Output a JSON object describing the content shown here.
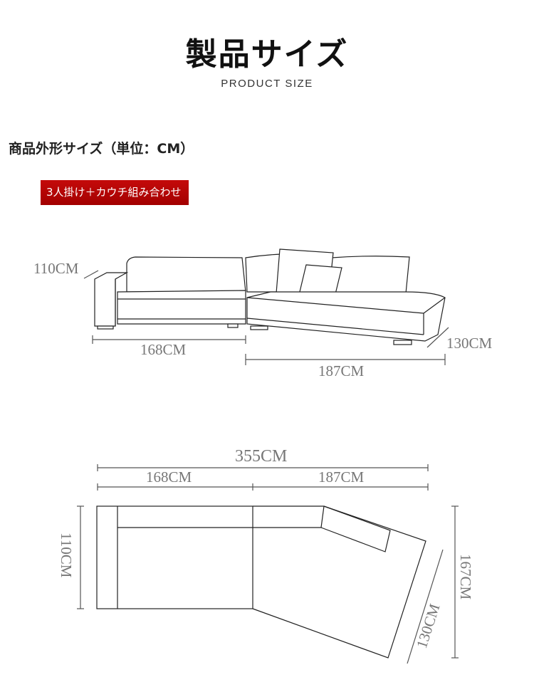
{
  "header": {
    "title": "製品サイズ",
    "subtitle": "PRODUCT SIZE"
  },
  "section": {
    "heading": "商品外形サイズ（単位：CM）",
    "badge": "3人掛け＋カウチ組み合わせ"
  },
  "perspective_view": {
    "depth_left": "110CM",
    "width_left": "168CM",
    "width_right": "187CM",
    "depth_right": "130CM"
  },
  "top_view": {
    "total_width": "355CM",
    "width_left": "168CM",
    "width_right": "187CM",
    "depth_left": "110CM",
    "depth_right_total": "167CM",
    "chaise_width": "130CM"
  },
  "colors": {
    "badge": "#b00000",
    "line": "#222222",
    "label": "#777777"
  }
}
